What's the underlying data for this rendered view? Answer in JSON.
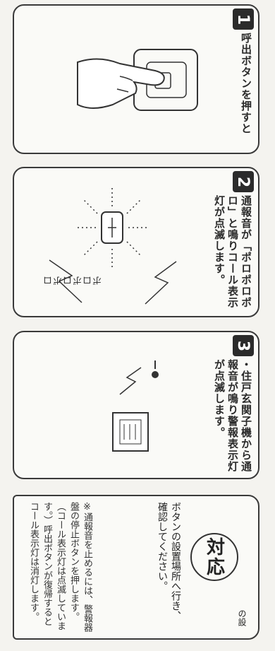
{
  "steps": [
    {
      "number": "1",
      "text": "呼出ボタンを押すと"
    },
    {
      "number": "2",
      "text": "通報音が「ポロポロポロ」と鳴りコール表示灯が点滅します。",
      "caller_label": "ポロポロポロ"
    },
    {
      "number": "3",
      "text": "・住戸玄関子機から通報音が鳴り警報表示灯が点滅します。"
    }
  ],
  "response": {
    "title": "対応",
    "main_text": "ボタンの設置場所へ行き、確認してください。",
    "side_text": "の設",
    "note": "※通報音を止めるには、警報器盤の停止ボタンを押します。（コール表示灯は点滅しています。）呼出ボタンが復帰するとコール表示灯は消灯します。"
  },
  "colors": {
    "ink": "#2a2a2a",
    "paper": "#fafaf7"
  }
}
